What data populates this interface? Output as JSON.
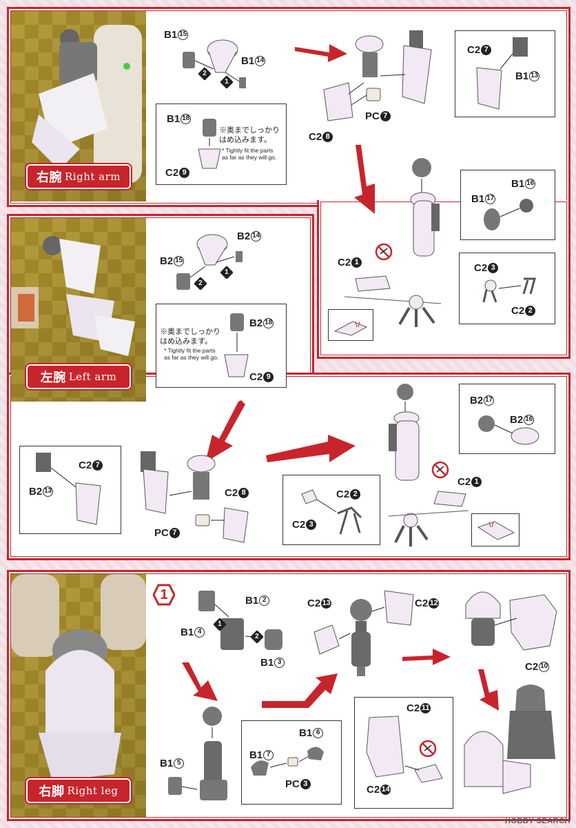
{
  "sections": {
    "right_arm": {
      "label_jp": "右腕",
      "label_en": "Right arm"
    },
    "left_arm": {
      "label_jp": "左腕",
      "label_en": "Left arm"
    },
    "right_leg": {
      "label_jp": "右脚",
      "label_en": "Right leg"
    }
  },
  "notes": {
    "fit_jp_1": "※奥までしっかり",
    "fit_jp_2": "はめ込みます。",
    "fit_en_1": "* Tightly fit the parts",
    "fit_en_2": "as far as they will go."
  },
  "parts": {
    "ra_b1_15": {
      "code": "B1",
      "num": "15"
    },
    "ra_b1_14": {
      "code": "B1",
      "num": "14"
    },
    "ra_b1_18": {
      "code": "B1",
      "num": "18"
    },
    "ra_c2_9": {
      "code": "C2",
      "num": "9"
    },
    "ra_pc_7": {
      "code": "PC",
      "num": "7"
    },
    "ra_c2_8": {
      "code": "C2",
      "num": "8"
    },
    "ra_c2_7": {
      "code": "C2",
      "num": "7"
    },
    "ra_b1_13": {
      "code": "B1",
      "num": "13"
    },
    "ra_b1_16": {
      "code": "B1",
      "num": "16"
    },
    "ra_b1_17": {
      "code": "B1",
      "num": "17"
    },
    "ra_c2_1": {
      "code": "C2",
      "num": "1"
    },
    "ra_c2_3": {
      "code": "C2",
      "num": "3"
    },
    "ra_c2_2": {
      "code": "C2",
      "num": "2"
    },
    "la_b2_14": {
      "code": "B2",
      "num": "14"
    },
    "la_b2_15": {
      "code": "B2",
      "num": "15"
    },
    "la_b2_18": {
      "code": "B2",
      "num": "18"
    },
    "la_c2_9": {
      "code": "C2",
      "num": "9"
    },
    "la_b2_17": {
      "code": "B2",
      "num": "17"
    },
    "la_b2_16": {
      "code": "B2",
      "num": "16"
    },
    "la_c2_7": {
      "code": "C2",
      "num": "7"
    },
    "la_b2_13": {
      "code": "B2",
      "num": "13"
    },
    "la_c2_8": {
      "code": "C2",
      "num": "8"
    },
    "la_pc_7": {
      "code": "PC",
      "num": "7"
    },
    "la_c2_2": {
      "code": "C2",
      "num": "2"
    },
    "la_c2_3": {
      "code": "C2",
      "num": "3"
    },
    "la_c2_1": {
      "code": "C2",
      "num": "1"
    },
    "rl_b1_2": {
      "code": "B1",
      "num": "2"
    },
    "rl_b1_4": {
      "code": "B1",
      "num": "4"
    },
    "rl_b1_3": {
      "code": "B1",
      "num": "3"
    },
    "rl_c2_13": {
      "code": "C2",
      "num": "13"
    },
    "rl_c2_12": {
      "code": "C2",
      "num": "12"
    },
    "rl_c2_10": {
      "code": "C2",
      "num": "10"
    },
    "rl_b1_6": {
      "code": "B1",
      "num": "6"
    },
    "rl_b1_7": {
      "code": "B1",
      "num": "7"
    },
    "rl_pc_3": {
      "code": "PC",
      "num": "3"
    },
    "rl_b1_5": {
      "code": "B1",
      "num": "5"
    },
    "rl_c2_11": {
      "code": "C2",
      "num": "11"
    },
    "rl_c2_14": {
      "code": "C2",
      "num": "14"
    }
  },
  "step_marks": {
    "one": "1",
    "two": "2"
  },
  "step_number": "1",
  "watermark": "HOBBY SEARCH",
  "colors": {
    "accent": "#c8242b",
    "part_white": "#f2e9f4",
    "part_gray": "#6a6a6a"
  }
}
